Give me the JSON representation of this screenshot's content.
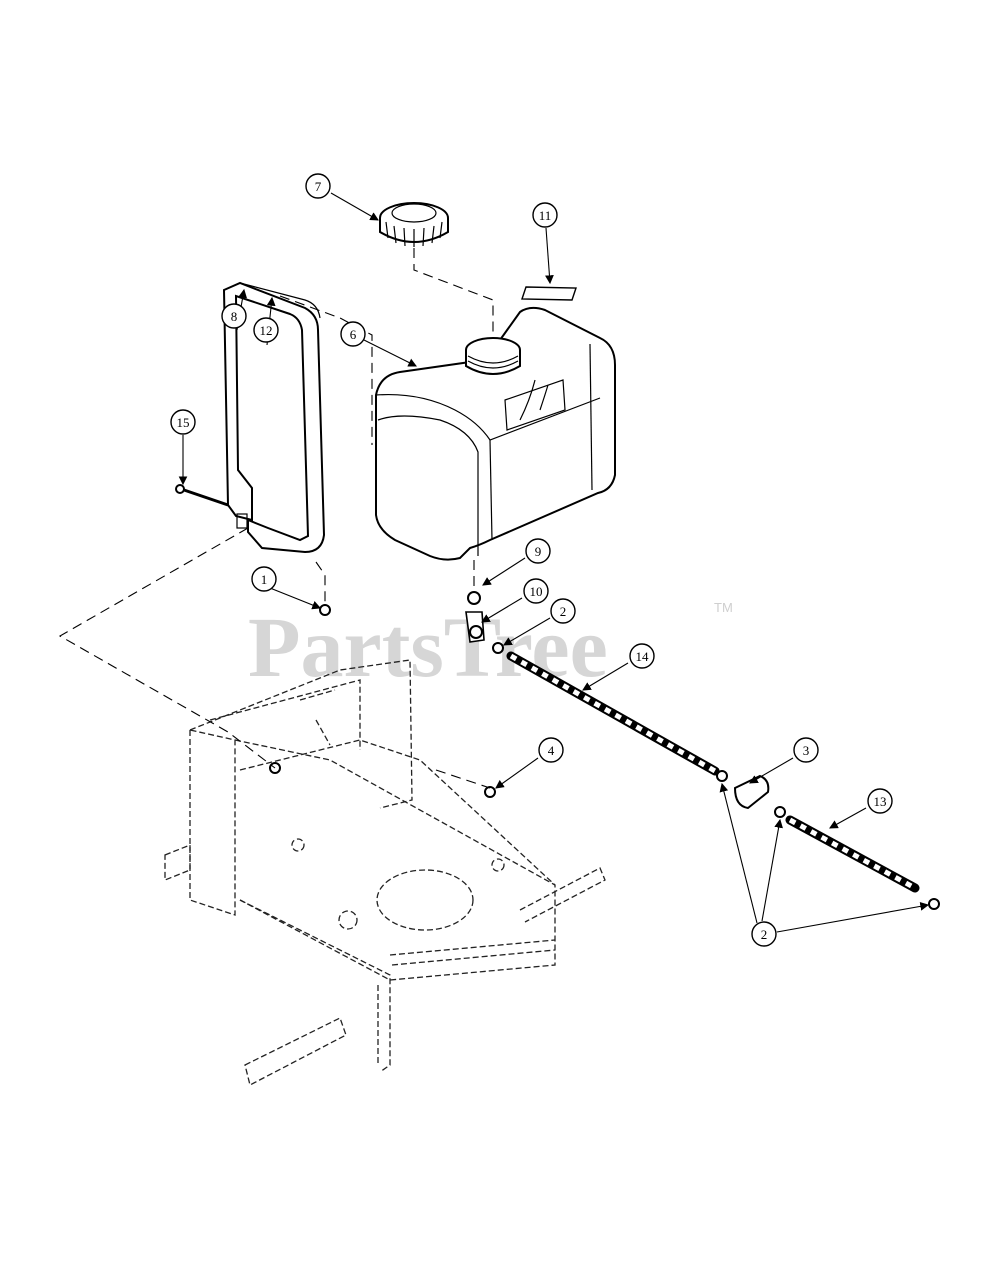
{
  "watermark": {
    "text": "PartsTree",
    "tm": "TM"
  },
  "callouts": {
    "c1": "1",
    "c2a": "2",
    "c2b": "2",
    "c3": "3",
    "c4": "4",
    "c6": "6",
    "c7": "7",
    "c8": "8",
    "c9": "9",
    "c10": "10",
    "c11": "11",
    "c12": "12",
    "c13": "13",
    "c14": "14",
    "c15": "15"
  }
}
